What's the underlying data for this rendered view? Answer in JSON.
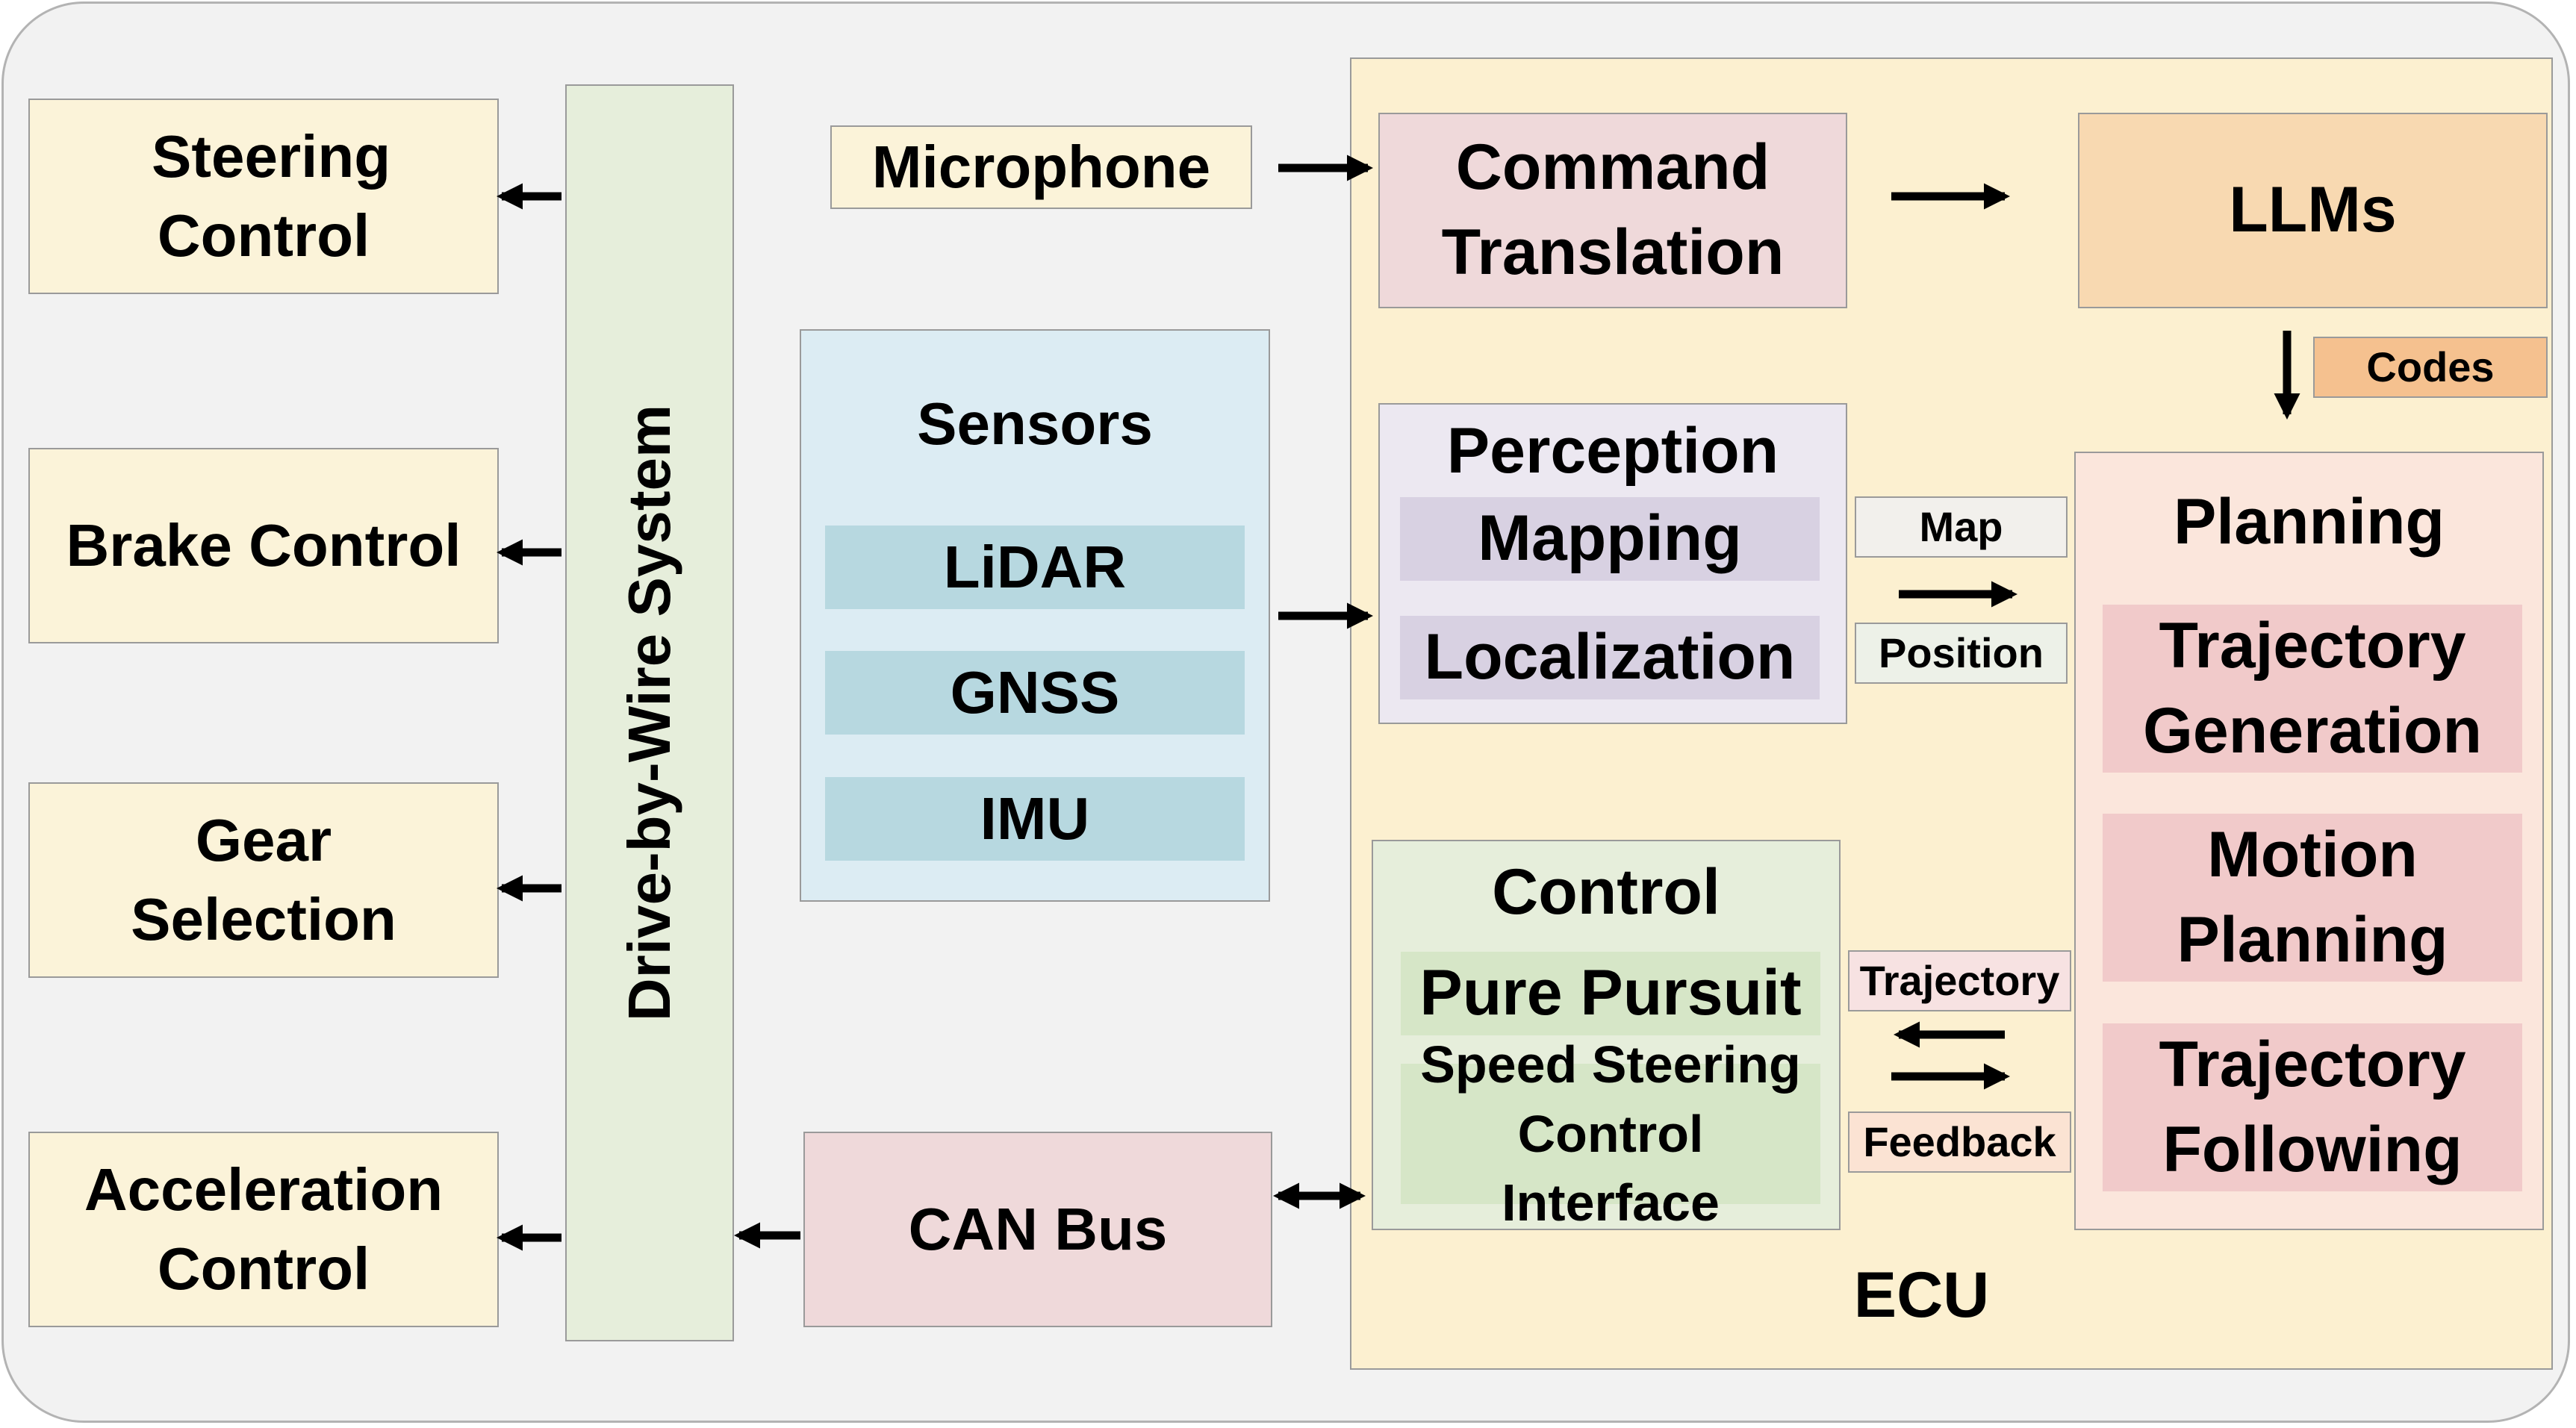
{
  "actuators": {
    "steering": "Steering Control",
    "brake": "Brake Control",
    "gear": "Gear Selection",
    "acceleration": "Acceleration Control"
  },
  "drive_by_wire": "Drive-by-Wire System",
  "microphone": "Microphone",
  "sensors": {
    "title": "Sensors",
    "items": [
      "LiDAR",
      "GNSS",
      "IMU"
    ]
  },
  "can_bus": "CAN Bus",
  "ecu": {
    "label": "ECU",
    "command_translation": "Command Translation",
    "llms": "LLMs",
    "codes": "Codes",
    "perception": {
      "title": "Perception",
      "items": [
        "Mapping",
        "Localization"
      ]
    },
    "map_label": "Map",
    "position_label": "Position",
    "planning": {
      "title": "Planning",
      "items": [
        "Trajectory Generation",
        "Motion Planning",
        "Trajectory Following"
      ]
    },
    "control": {
      "title": "Control",
      "items": [
        "Pure Pursuit",
        "Speed Steering Control Interface"
      ]
    },
    "trajectory_label": "Trajectory",
    "feedback_label": "Feedback"
  },
  "colors": {
    "cream": "#fbf3d9",
    "green_panel": "#e6eedb",
    "sensor_blue": "#dcecf3",
    "sensor_item": "#b7d8e0",
    "pink": "#efd9da",
    "llm_orange": "#f8d9b1",
    "codes_orange": "#f5c18f",
    "perception_panel": "#ece8f1",
    "perception_item": "#d8d1e2",
    "planning_panel": "#fbe6dc",
    "planning_item": "#f1caca",
    "control_panel": "#e6eedb",
    "control_item": "#d6e6c7",
    "ecu_bg": "#fcf0d0"
  }
}
